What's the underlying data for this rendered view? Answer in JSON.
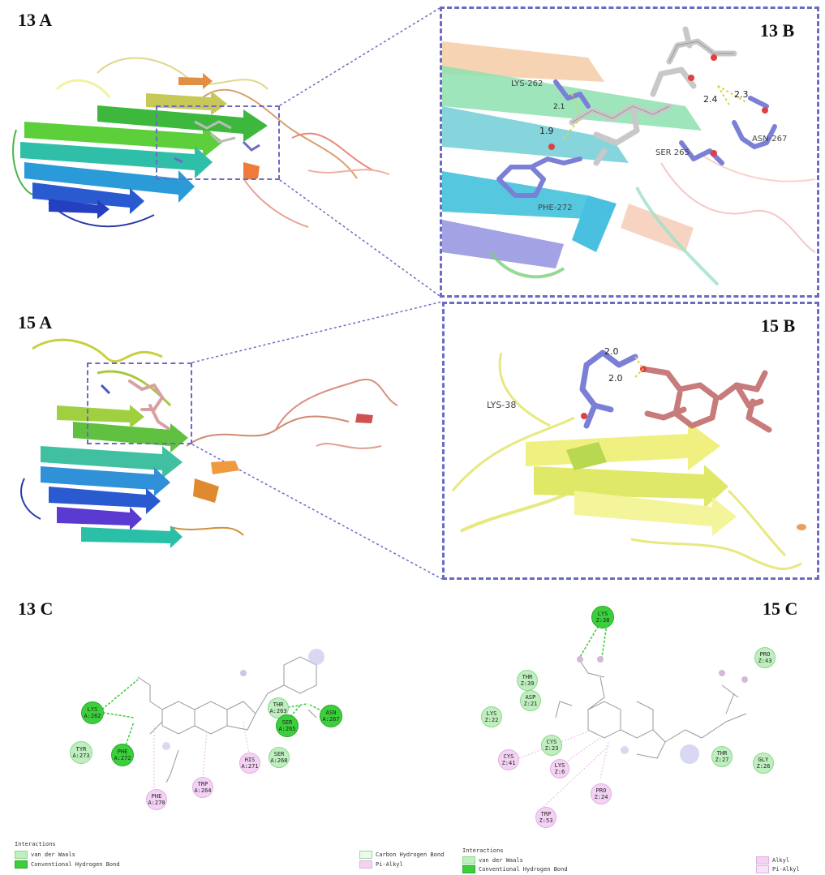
{
  "labels": {
    "p13a": "13 A",
    "p13b": "13 B",
    "p15a": "15 A",
    "p15b": "15 B",
    "p13c": "13 C",
    "p15c": "15 C"
  },
  "panel13b": {
    "residues": {
      "lys": "LYS-262",
      "phe": "PHE-272",
      "ser": "SER 265",
      "asn": "ASN-267"
    },
    "distances": {
      "d1": "1.9",
      "d2": "2.4",
      "d3": "2.3",
      "d4": "2.1"
    }
  },
  "panel15b": {
    "residues": {
      "lys": "LYS-38"
    },
    "distances": {
      "d1": "2.0",
      "d2": "2.0"
    }
  },
  "panel13c": {
    "nodes": [
      {
        "id": "lys262",
        "t1": "LYS",
        "t2": "A:262",
        "kind": "hb"
      },
      {
        "id": "phe272",
        "t1": "PHE",
        "t2": "A:272",
        "kind": "hb"
      },
      {
        "id": "tyr273",
        "t1": "TYR",
        "t2": "A:273",
        "kind": "vdw"
      },
      {
        "id": "thr263",
        "t1": "THR",
        "t2": "A:263",
        "kind": "vdw"
      },
      {
        "id": "ser265",
        "t1": "SER",
        "t2": "A:265",
        "kind": "hb"
      },
      {
        "id": "asn267",
        "t1": "ASN",
        "t2": "A:267",
        "kind": "hb"
      },
      {
        "id": "ser268",
        "t1": "SER",
        "t2": "A:268",
        "kind": "vdw"
      },
      {
        "id": "his271",
        "t1": "HIS",
        "t2": "A:271",
        "kind": "pialk"
      },
      {
        "id": "trp264",
        "t1": "TRP",
        "t2": "A:264",
        "kind": "pialk"
      },
      {
        "id": "phe270",
        "t1": "PHE",
        "t2": "A:270",
        "kind": "pialk"
      }
    ],
    "legend": {
      "title": "Interactions",
      "items": [
        "van der Waals",
        "Conventional Hydrogen Bond",
        "Carbon Hydrogen Bond",
        "Pi-Alkyl"
      ]
    }
  },
  "panel15c": {
    "nodes": [
      {
        "id": "lys38",
        "t1": "LYS",
        "t2": "Z:38",
        "kind": "hb"
      },
      {
        "id": "thr39",
        "t1": "THR",
        "t2": "Z:39",
        "kind": "vdw"
      },
      {
        "id": "pro43",
        "t1": "PRO",
        "t2": "Z:43",
        "kind": "vdw"
      },
      {
        "id": "asp21",
        "t1": "ASP",
        "t2": "Z:21",
        "kind": "vdw"
      },
      {
        "id": "lys22",
        "t1": "LYS",
        "t2": "Z:22",
        "kind": "vdw"
      },
      {
        "id": "cys23",
        "t1": "CYS",
        "t2": "Z:23",
        "kind": "vdw"
      },
      {
        "id": "cys41",
        "t1": "CYS",
        "t2": "Z:41",
        "kind": "pialk"
      },
      {
        "id": "lys6",
        "t1": "LYS",
        "t2": "Z:6",
        "kind": "pialk"
      },
      {
        "id": "pro24",
        "t1": "PRO",
        "t2": "Z:24",
        "kind": "pialk"
      },
      {
        "id": "trp53",
        "t1": "TRP",
        "t2": "Z:53",
        "kind": "pialk"
      },
      {
        "id": "thr27",
        "t1": "THR",
        "t2": "Z:27",
        "kind": "vdw"
      },
      {
        "id": "gly26",
        "t1": "GLY",
        "t2": "Z:26",
        "kind": "vdw"
      }
    ],
    "legend": {
      "title": "Interactions",
      "items": [
        "van der Waals",
        "Conventional Hydrogen Bond",
        "Alkyl",
        "Pi-Alkyl"
      ]
    }
  },
  "colors": {
    "dash_box": "#6b6bc2",
    "vdw": "#bfeebf",
    "hbond": "#3ccf3c",
    "pi_alkyl": "#f4d2f4",
    "residue_stick": "#7b7fd6",
    "ligand13": "#cfcfcf",
    "ligand15": "#c77b7b",
    "hbond_line": "#d6d64a"
  }
}
